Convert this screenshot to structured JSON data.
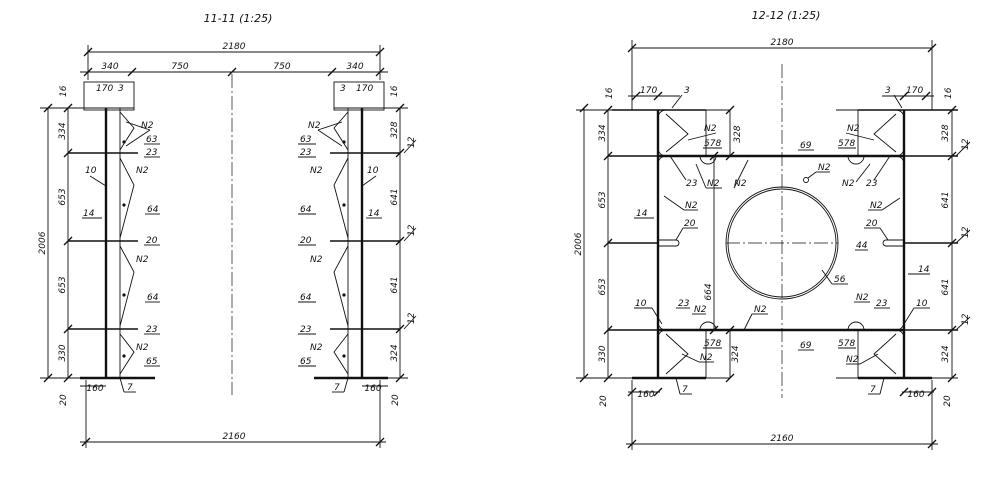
{
  "sections": [
    {
      "title": "11-11 (1:25)",
      "dims_top": [
        "2180",
        "340",
        "750",
        "750",
        "340",
        "170",
        "170",
        "16"
      ],
      "dims_left": [
        "334",
        "653",
        "653",
        "330",
        "20",
        "2006",
        "160"
      ],
      "dims_right": [
        "16",
        "328",
        "641",
        "641",
        "324",
        "20",
        "160"
      ],
      "dim_bottom": "2160",
      "callouts": [
        "3",
        "N2",
        "63",
        "23",
        "10",
        "N2",
        "64",
        "14",
        "20",
        "N2",
        "64",
        "23",
        "N2",
        "65",
        "7",
        "12",
        "12",
        "12"
      ]
    },
    {
      "title": "12-12 (1:25)",
      "dims_top": [
        "2180",
        "170",
        "170",
        "16",
        "16"
      ],
      "dims_left": [
        "334",
        "653",
        "653",
        "330",
        "20",
        "2006",
        "160"
      ],
      "dims_right": [
        "328",
        "641",
        "641",
        "324",
        "20",
        "160"
      ],
      "dims_inner": [
        "328",
        "664",
        "324"
      ],
      "dim_bottom": "2160",
      "callouts": [
        "3",
        "N2",
        "578",
        "69",
        "23",
        "N2",
        "N2",
        "N2",
        "44",
        "56",
        "20",
        "14",
        "10",
        "23",
        "N2",
        "578",
        "N2",
        "69",
        "7",
        "12"
      ]
    }
  ]
}
